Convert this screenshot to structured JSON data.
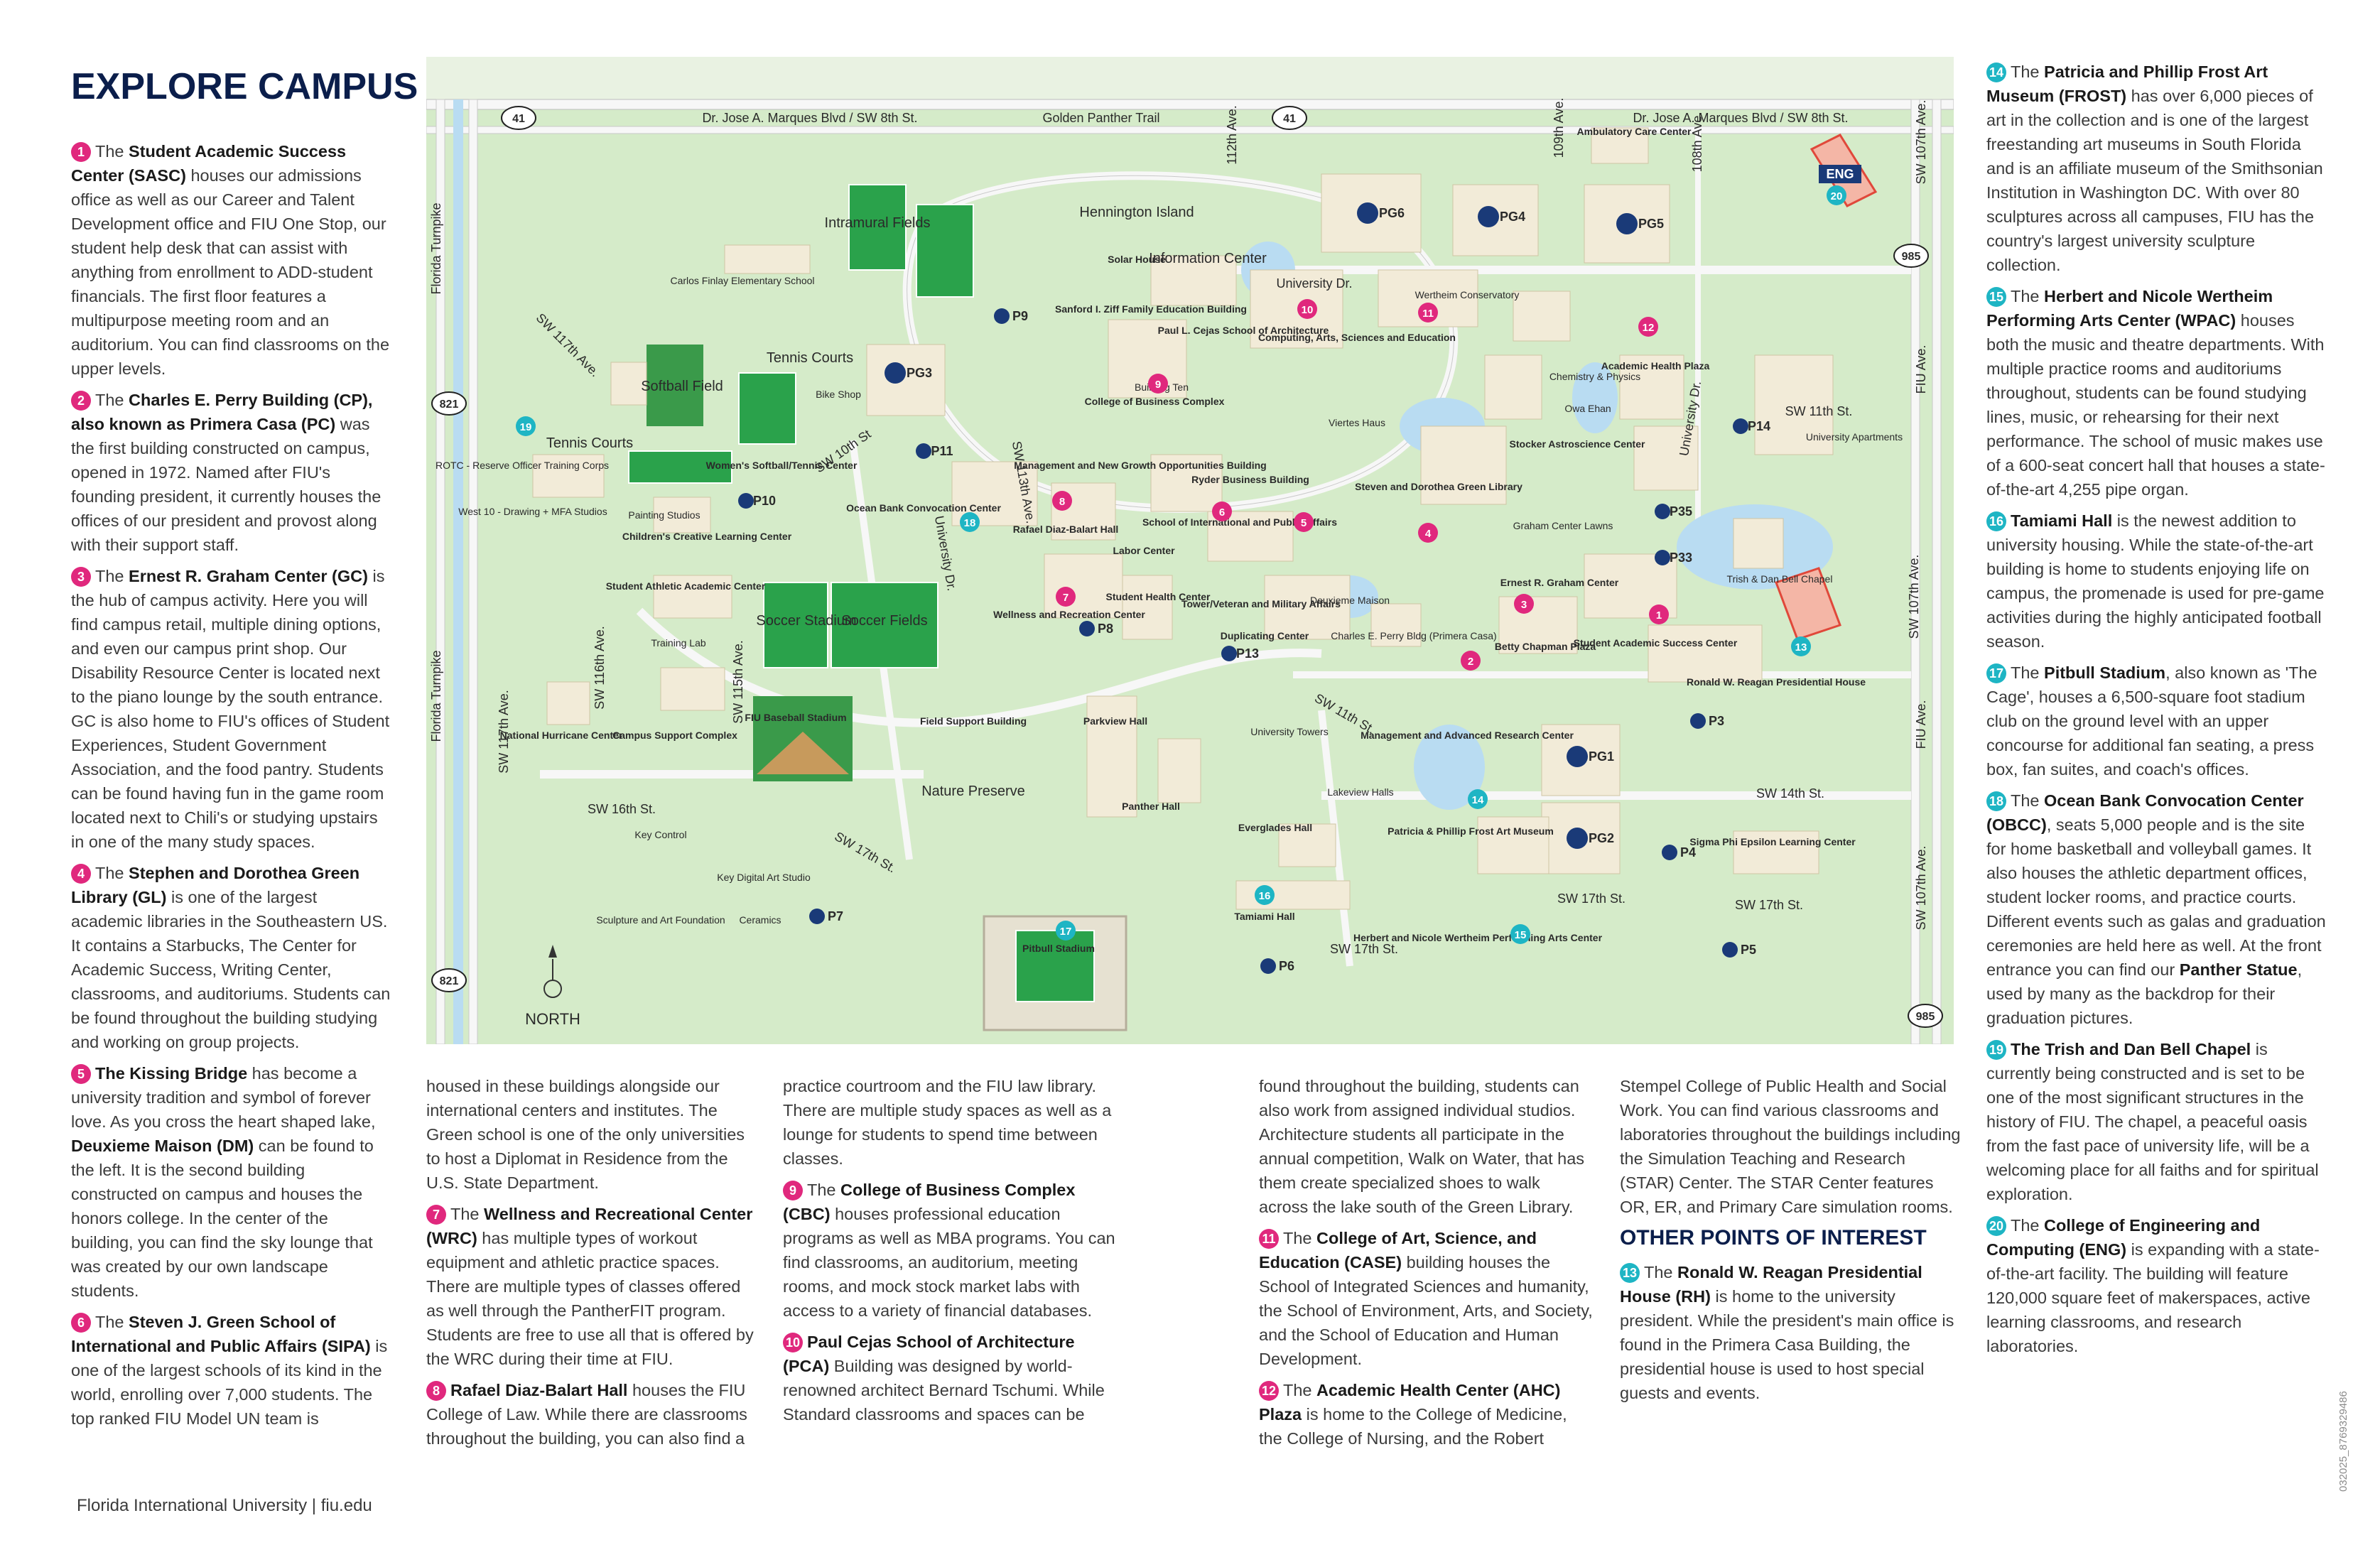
{
  "page": {
    "title": "EXPLORE CAMPUS",
    "footer": "Florida International University  |  fiu.edu",
    "code": "032025_8769329486"
  },
  "colors": {
    "navy": "#0b1e4b",
    "magenta": "#e0287d",
    "teal": "#1eb5c4",
    "map_green": "#d5ebc9",
    "building": "#f2ebd8",
    "water": "#b9dcf2"
  },
  "items": [
    {
      "n": "1",
      "color": "pink",
      "pre": "The ",
      "name": "Student Academic Success Center (SASC)",
      "text": " houses our admissions office as well as our Career and Talent Development office and FIU One Stop, our student help desk that can assist with anything from enrollment to ADD-student financials. The first floor features a multipurpose meeting room and an auditorium. You can find classrooms on the upper levels."
    },
    {
      "n": "2",
      "color": "pink",
      "pre": "The ",
      "name": "Charles E. Perry Building (CP), also known as Primera Casa (PC)",
      "text": " was the first building constructed on campus, opened in 1972. Named after FIU's founding president, it currently houses the offices of our president and provost along with their support staff."
    },
    {
      "n": "3",
      "color": "pink",
      "pre": "The ",
      "name": "Ernest R. Graham Center (GC)",
      "text": " is the hub of campus activity. Here you will find campus retail, multiple dining options, and even our campus print shop. Our Disability Resource Center is located next to the piano lounge by the south entrance. GC is also home to FIU's offices of Student Experiences, Student Government Association, and the food pantry. Students can be found having fun in the game room located next to Chili's or studying upstairs in one of the many study spaces."
    },
    {
      "n": "4",
      "color": "pink",
      "pre": "The ",
      "name": "Stephen and Dorothea Green Library (GL)",
      "text": " is one of the largest academic libraries in the Southeastern US. It contains a Starbucks, The Center for Academic Success, Writing Center, classrooms, and auditoriums. Students can be found throughout the building studying and working on group projects."
    },
    {
      "n": "5",
      "color": "pink",
      "pre": "",
      "name": "The Kissing Bridge",
      "text": " has become a university tradition and symbol of forever love. As you cross the heart shaped lake, ",
      "name2": "Deuxieme Maison (DM)",
      "text2": " can be found to the left. It is the second building constructed on campus and houses the honors college. In the center of the building, you can find the sky lounge that was created by our own landscape students."
    },
    {
      "n": "6",
      "color": "pink",
      "pre": "The ",
      "name": "Steven J. Green School of International and Public Affairs (SIPA)",
      "text": " is one of the largest schools of its kind in the world, enrolling over 7,000 students. The top ranked FIU Model UN team is"
    },
    {
      "cont": "housed in these buildings alongside our international centers and institutes. The Green school is one of the only universities to host a Diplomat in Residence from the U.S. State Department."
    },
    {
      "n": "7",
      "color": "pink",
      "pre": "The ",
      "name": "Wellness and Recreational Center (WRC)",
      "text": " has multiple types of workout equipment and athletic practice spaces. There are multiple types of classes offered as well through the PantherFIT program. Students are free to use all that is offered by the WRC during their time at FIU."
    },
    {
      "n": "8",
      "color": "pink",
      "pre": "",
      "name": "Rafael Diaz-Balart Hall",
      "text": " houses the FIU College of Law. While there are classrooms throughout the building, you can also find a"
    },
    {
      "cont": "practice courtroom and the FIU law library. There are multiple study spaces as well as a lounge for students to spend time between classes."
    },
    {
      "n": "9",
      "color": "pink",
      "pre": "The ",
      "name": "College of Business Complex (CBC)",
      "text": " houses professional education programs as well as MBA programs. You can find classrooms, an auditorium, meeting rooms, and mock stock market labs with access to a variety of financial databases."
    },
    {
      "n": "10",
      "color": "pink",
      "pre": "",
      "name": "Paul Cejas School of Architecture (PCA)",
      "text": " Building was designed by world-renowned architect Bernard Tschumi. While Standard classrooms and spaces can be"
    },
    {
      "cont": "found throughout the building, students can also work from assigned individual studios. Architecture students all participate in the annual competition, Walk on Water, that has them create specialized shoes to walk across the lake south of the Green Library."
    },
    {
      "n": "11",
      "color": "pink",
      "pre": "The ",
      "name": "College of Art, Science, and Education (CASE)",
      "text": " building houses the School of Integrated Sciences and humanity, the School of Environment, Arts, and Society, and the School of Education and Human Development."
    },
    {
      "n": "12",
      "color": "pink",
      "pre": "The ",
      "name": "Academic Health Center (AHC) Plaza",
      "text": " is home to the College of Medicine, the College of Nursing, and the Robert"
    },
    {
      "cont": "Stempel College of Public Health and Social Work. You can find various classrooms and laboratories throughout the buildings including the Simulation Teaching and Research (STAR) Center. The STAR Center features OR, ER, and Primary Care simulation rooms."
    },
    {
      "heading": "OTHER POINTS OF INTEREST"
    },
    {
      "n": "13",
      "color": "teal",
      "pre": "The ",
      "name": "Ronald W. Reagan Presidential House (RH)",
      "text": " is home to the university president. While the president's main office is found in the Primera Casa Building, the presidential house is used to host special guests and events."
    },
    {
      "n": "14",
      "color": "teal",
      "pre": "The ",
      "name": "Patricia and Phillip Frost Art Museum (FROST)",
      "text": " has over 6,000 pieces of art in the collection and is one of the largest freestanding art museums in South Florida and is an affiliate museum of the Smithsonian Institution in Washington DC. With over 80 sculptures across all campuses, FIU has the country's largest university sculpture collection."
    },
    {
      "n": "15",
      "color": "teal",
      "pre": "The ",
      "name": "Herbert and Nicole Wertheim Performing Arts Center (WPAC)",
      "text": " houses both the music and theatre departments. With multiple practice rooms and auditoriums throughout, students can be found studying lines, music, or rehearsing for their next performance. The school of music makes use of a 600-seat concert hall that houses a state-of-the-art 4,255 pipe organ."
    },
    {
      "n": "16",
      "color": "teal",
      "pre": "",
      "name": "Tamiami Hall",
      "text": " is the newest addition to university housing. While the state-of-the-art building is home to students enjoying life on campus, the promenade is used for pre-game activities during the highly anticipated football season."
    },
    {
      "n": "17",
      "color": "teal",
      "pre": "The ",
      "name": "Pitbull Stadium",
      "text": ", also known as 'The Cage', houses a 6,500-square foot stadium club on the ground level with an upper concourse for additional fan seating, a press box, fan suites, and coach's offices."
    },
    {
      "n": "18",
      "color": "teal",
      "pre": "The ",
      "name": "Ocean Bank Convocation Center (OBCC)",
      "text": ", seats 5,000 people and is the site for home basketball and volleyball games. It also houses the athletic department offices, student locker rooms, and practice courts. Different events such as galas and graduation ceremonies are held here as well. At the front entrance you can find our ",
      "name2": "Panther Statue",
      "text2": ", used by many as the backdrop for their graduation pictures."
    },
    {
      "n": "19",
      "color": "teal",
      "pre": "",
      "name": "The Trish and Dan Bell Chapel",
      "text": " is currently being constructed and is set to be one of the most significant structures in the history of FIU. The chapel, a peaceful oasis from the fast pace of university life, will be a welcoming place for all faiths and for spiritual exploration."
    },
    {
      "n": "20",
      "color": "teal",
      "pre": "The ",
      "name": "College of Engineering and Computing (ENG)",
      "text": " is expanding with a state-of-the-art facility. The building will feature 120,000 square feet of makerspaces, active learning classrooms, and research laboratories."
    }
  ],
  "map": {
    "roads": [
      "Dr. Jose A. Marques Blvd / SW 8th St.",
      "Golden Panther Trail",
      "Dr. Jose A. Marques Blvd / SW 8th St.",
      "Florida Turnpike",
      "Florida Turnpike",
      "SW 117th Ave.",
      "SW 117th Ave.",
      "SW 116th Ave.",
      "SW 115th Ave.",
      "SW 113th Ave.",
      "112th Ave.",
      "109th Ave.",
      "108th Ave.",
      "SW 107th Ave.",
      "SW 107th Ave.",
      "SW 107th Ave.",
      "FIU Ave.",
      "FIU Ave.",
      "University Dr.",
      "University Dr.",
      "University Dr.",
      "SW 10th St",
      "SW 11th St.",
      "SW 11th St.",
      "SW 14th St.",
      "SW 16th St.",
      "SW 17th St.",
      "SW 17th St.",
      "SW 17th St.",
      "SW 17th St.",
      "SW 17th St."
    ],
    "shields": [
      "41",
      "41",
      "985",
      "985",
      "821",
      "821"
    ],
    "places": [
      "Intramural Fields",
      "Hennington Island",
      "Solar House",
      "Information Center",
      "Carlos Finlay Elementary School",
      "Softball Field",
      "Tennis Courts",
      "Tennis Courts",
      "Bike Shop",
      "Women's Softball/Tennis Center",
      "ROTC - Reserve Officer Training Corps",
      "West 10 - Drawing + MFA Studios",
      "Painting Studios",
      "Children's Creative Learning Center",
      "Student Athletic Academic Center",
      "Training Lab",
      "Soccer Stadium",
      "Soccer Fields",
      "National Hurricane Center",
      "Campus Support Complex",
      "FIU Baseball Stadium",
      "Key Control",
      "Key Digital Art Studio",
      "Sculpture and Art Foundation",
      "Ceramics",
      "Field Support Building",
      "Nature Preserve",
      "Ocean Bank Convocation Center",
      "Rafael Diaz-Balart Hall",
      "Wellness and Recreation Center",
      "Sanford I. Ziff Family Education Building",
      "College of Business Complex",
      "Building Ten",
      "Management and New Growth Opportunities Building",
      "Ryder Business Building",
      "School of International and Public Affairs",
      "Labor Center",
      "Student Health Center",
      "Tower/Veteran and Military Affairs",
      "Duplicating Center",
      "Parkview Hall",
      "Panther Hall",
      "University Towers",
      "Lakeview Halls",
      "Everglades Hall",
      "Tamiami Hall",
      "Pitbull Stadium",
      "Paul L. Cejas School of Architecture",
      "Computing, Arts, Sciences and Education",
      "Wertheim Conservatory",
      "Academic Health Plaza",
      "Chemistry & Physics",
      "Owa Ehan",
      "Viertes Haus",
      "Steven and Dorothea Green Library",
      "Stocker Astroscience Center",
      "Graham Center Lawns",
      "Ernest R. Graham Center",
      "Deuxieme Maison",
      "Charles E. Perry Bldg (Primera Casa)",
      "Betty Chapman Plaza",
      "Student Academic Success Center",
      "Trish & Dan Bell Chapel",
      "Ronald W. Reagan Presidential House",
      "Management and Advanced Research Center",
      "Patricia & Phillip Frost Art Museum",
      "Herbert and Nicole Wertheim Performing Arts Center",
      "Sigma Phi Epsilon Learning Center",
      "University Apartments",
      "Ambulatory Care Center",
      "ENG",
      "NORTH"
    ],
    "parking": [
      "PG6",
      "PG4",
      "PG5",
      "PG3",
      "PG1",
      "PG2",
      "P9",
      "P10",
      "P11",
      "P8",
      "P13",
      "P7",
      "P6",
      "P14",
      "P35",
      "P33",
      "P3",
      "P4",
      "P5"
    ]
  }
}
